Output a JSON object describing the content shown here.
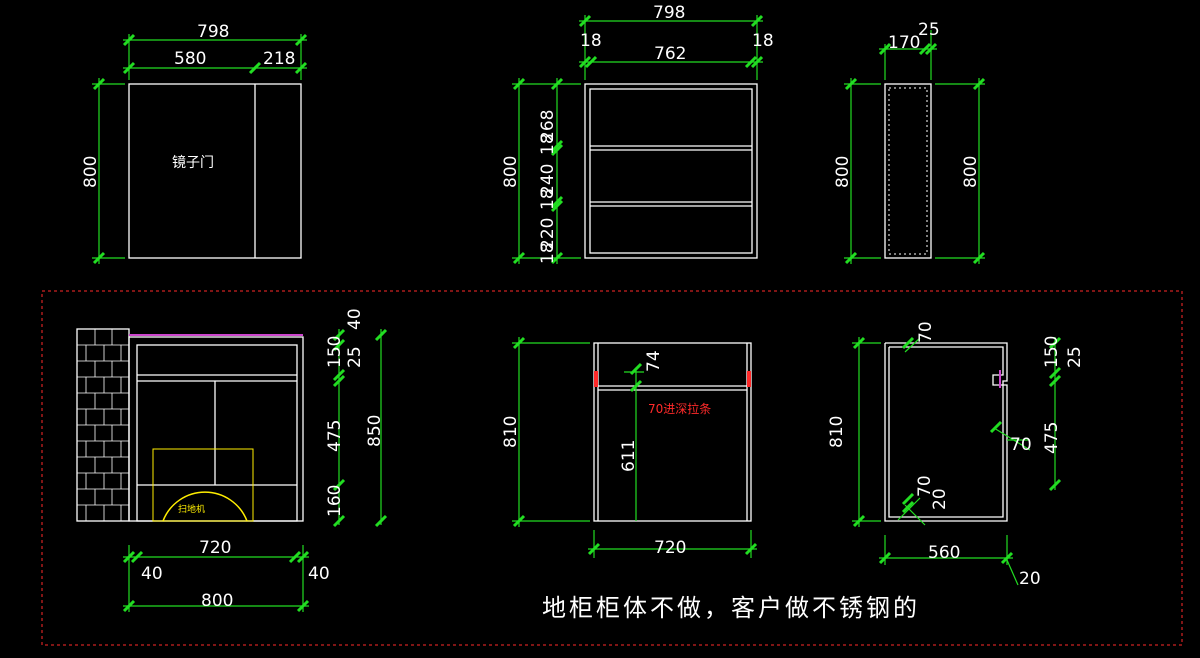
{
  "top_views": {
    "mirror_front": {
      "width": "798",
      "left_width": "580",
      "right_width": "218",
      "height": "800",
      "door_label": "镜子门"
    },
    "carcass_front": {
      "width": "798",
      "inner_width": "762",
      "side_left": "18",
      "side_right": "18",
      "height": "800",
      "seg_top": "268",
      "shelf_1": "18",
      "seg_mid": "240",
      "shelf_2": "18",
      "seg_low": "220",
      "bottom": "18"
    },
    "side_view": {
      "depth": "170",
      "thickness": "25",
      "height_left": "800",
      "height_right": "800"
    }
  },
  "bottom_views": {
    "base_front": {
      "h_40": "40",
      "h_150": "150",
      "h_25": "25",
      "h_475": "475",
      "h_160": "160",
      "total": "850",
      "inner_width": "720",
      "left_gap": "40",
      "right_gap": "40",
      "overall_width": "800",
      "appliance_label": "扫地机"
    },
    "base_section": {
      "height": "810",
      "offset": "74",
      "inner_height": "611",
      "width": "720",
      "strip_note": "70进深拉条"
    },
    "base_side": {
      "height": "810",
      "top_70": "70",
      "h_150": "150",
      "h_25": "25",
      "h_475": "475",
      "mid_70": "70",
      "low_70": "70",
      "low_20": "20",
      "depth": "560",
      "gap_20": "20"
    }
  },
  "note": "地柜柜体不做，客户做不锈钢的",
  "colors": {
    "background": "#000000",
    "outline": "#ffffff",
    "dimension": "#22dd22",
    "frame": "#ff2a2a",
    "accent": "#ffee00",
    "trim": "#cc44cc"
  }
}
